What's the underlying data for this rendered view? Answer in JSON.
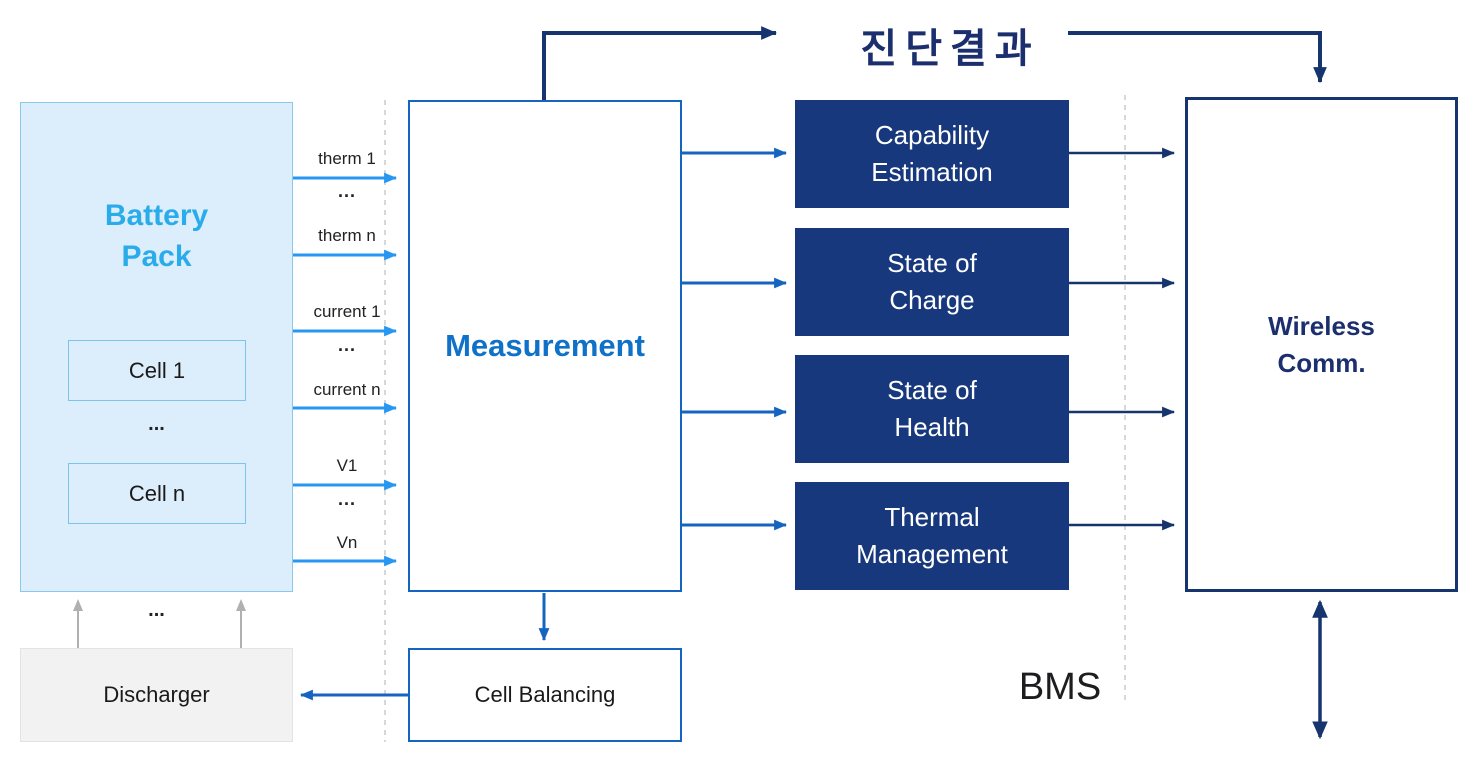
{
  "diagram": {
    "title_kr": "진단결과",
    "bms_label": "BMS",
    "battery_pack": {
      "line1": "Battery",
      "line2": "Pack",
      "cells": [
        "Cell 1",
        "Cell n"
      ],
      "ellipsis": "..."
    },
    "discharger": {
      "label": "Discharger",
      "ellipsis": "..."
    },
    "measurement": {
      "label": "Measurement"
    },
    "cell_balancing": {
      "label": "Cell Balancing"
    },
    "signals": [
      {
        "label": "therm 1"
      },
      {
        "label": "..."
      },
      {
        "label": "therm n"
      },
      {
        "label": "current 1"
      },
      {
        "label": "..."
      },
      {
        "label": "current n"
      },
      {
        "label": "V1"
      },
      {
        "label": "..."
      },
      {
        "label": "Vn"
      }
    ],
    "modules": [
      {
        "line1": "Capability",
        "line2": "Estimation"
      },
      {
        "line1": "State of",
        "line2": "Charge"
      },
      {
        "line1": "State of",
        "line2": "Health"
      },
      {
        "line1": "Thermal",
        "line2": "Management"
      }
    ],
    "wireless": {
      "line1": "Wireless",
      "line2": "Comm."
    }
  },
  "colors": {
    "navy": "#16346d",
    "navy_fill": "#17387c",
    "navy_text": "#1b2f6e",
    "medium_blue": "#1565c0",
    "measurement_text": "#1071c9",
    "bright_blue": "#2797f1",
    "sky_text": "#2aabea",
    "pack_fill": "#dceefb",
    "pack_border": "#8ac8ee",
    "cell_border": "#7cc5e8",
    "discharger_fill": "#f2f2f2",
    "gray_arrow": "#b0b0b0",
    "dashed_line": "#cccccc"
  }
}
